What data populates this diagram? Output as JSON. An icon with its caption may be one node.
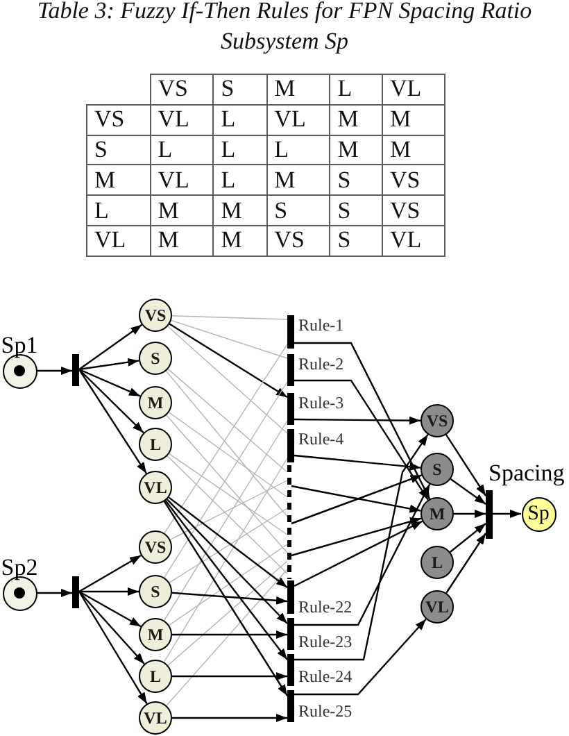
{
  "diagram": {
    "title": "Table 3: Fuzzy If-Then Rules for FPN Spacing Ratio Subsystem Sp",
    "nodes": [
      {
        "text": [
          "Sp1"
        ]
      },
      {
        "text": [],
        "shape": "bar"
      },
      {
        "text": [
          "VS"
        ]
      },
      {
        "text": [
          "S"
        ]
      },
      {
        "text": [
          "M"
        ]
      },
      {
        "text": [
          "L"
        ]
      },
      {
        "text": [
          "VL"
        ]
      },
      {
        "text": [
          "Sp2"
        ]
      },
      {
        "text": [],
        "shape": "bar"
      },
      {
        "text": [
          "VS"
        ]
      },
      {
        "text": [
          "S"
        ]
      },
      {
        "text": [
          "M"
        ]
      },
      {
        "text": [
          "L"
        ]
      },
      {
        "text": [
          "VL"
        ]
      },
      {
        "text": [
          "Rule-1"
        ]
      },
      {
        "text": [
          "Rule-2"
        ]
      },
      {
        "text": [
          "Rule-3"
        ]
      },
      {
        "text": [
          "Rule-4"
        ]
      },
      {
        "text": [],
        "shape": "line"
      },
      {
        "text": [
          "Rule-22"
        ]
      },
      {
        "text": [
          "Rule-23"
        ]
      },
      {
        "text": [
          "Rule-24"
        ]
      },
      {
        "text": [
          "Rule-25"
        ]
      },
      {
        "text": [
          "VS"
        ]
      },
      {
        "text": [
          "S"
        ]
      },
      {
        "text": [
          "M"
        ]
      },
      {
        "text": [
          "L"
        ]
      },
      {
        "text": [
          "VL"
        ]
      },
      {
        "text": [],
        "shape": "bar"
      },
      {
        "text": [
          "Sp"
        ]
      }
    ],
    "edges": [
      {
        "from": 0,
        "to": 1,
        "arrow": "to"
      },
      {
        "from": 1,
        "to": 2,
        "arrow": "to"
      },
      {
        "from": 1,
        "to": 3,
        "arrow": "to"
      },
      {
        "from": 1,
        "to": 4,
        "arrow": "to"
      },
      {
        "from": 1,
        "to": 5,
        "arrow": "to"
      },
      {
        "from": 1,
        "to": 6,
        "arrow": "to"
      },
      {
        "from": 7,
        "to": 8,
        "arrow": "to"
      },
      {
        "from": 8,
        "to": 9,
        "arrow": "to"
      },
      {
        "from": 8,
        "to": 10,
        "arrow": "to"
      },
      {
        "from": 8,
        "to": 11,
        "arrow": "to"
      },
      {
        "from": 8,
        "to": 12,
        "arrow": "to"
      },
      {
        "from": 8,
        "to": 13,
        "arrow": "to"
      },
      {
        "from": 2,
        "to": 14,
        "arrow": "none",
        "color": "#b4b4b4"
      },
      {
        "from": 2,
        "to": 15,
        "arrow": "none",
        "color": "#b4b4b4"
      },
      {
        "from": 2,
        "to": 16,
        "arrow": "to"
      },
      {
        "from": 2,
        "to": 17,
        "arrow": "none",
        "color": "#b4b4b4"
      },
      {
        "from": 3,
        "to": 18,
        "arrow": "none",
        "color": "#b4b4b4"
      },
      {
        "from": 3,
        "to": 18,
        "arrow": "none",
        "color": "#b4b4b4"
      },
      {
        "from": 4,
        "to": 18,
        "arrow": "none",
        "color": "#b4b4b4"
      },
      {
        "from": 4,
        "to": 18,
        "arrow": "none",
        "color": "#b4b4b4"
      },
      {
        "from": 5,
        "to": 18,
        "arrow": "none",
        "color": "#b4b4b4"
      },
      {
        "from": 5,
        "to": 18,
        "arrow": "none",
        "color": "#b4b4b4"
      },
      {
        "from": 9,
        "to": 14,
        "arrow": "none",
        "color": "#b4b4b4"
      },
      {
        "from": 9,
        "to": 18,
        "arrow": "none",
        "color": "#b4b4b4"
      },
      {
        "from": 10,
        "to": 15,
        "arrow": "none",
        "color": "#b4b4b4"
      },
      {
        "from": 10,
        "to": 18,
        "arrow": "none",
        "color": "#b4b4b4"
      },
      {
        "from": 11,
        "to": 16,
        "arrow": "none",
        "color": "#b4b4b4"
      },
      {
        "from": 11,
        "to": 18,
        "arrow": "none",
        "color": "#b4b4b4"
      },
      {
        "from": 12,
        "to": 17,
        "arrow": "none",
        "color": "#b4b4b4"
      },
      {
        "from": 12,
        "to": 18,
        "arrow": "none",
        "color": "#b4b4b4"
      },
      {
        "from": 13,
        "to": 18,
        "arrow": "none",
        "color": "#b4b4b4"
      },
      {
        "from": 6,
        "to": 19,
        "arrow": "to"
      },
      {
        "from": 6,
        "to": 20,
        "arrow": "to"
      },
      {
        "from": 6,
        "to": 21,
        "arrow": "to"
      },
      {
        "from": 6,
        "to": 22,
        "arrow": "to"
      },
      {
        "from": 10,
        "to": 19,
        "arrow": "to"
      },
      {
        "from": 11,
        "to": 20,
        "arrow": "to"
      },
      {
        "from": 12,
        "to": 21,
        "arrow": "to"
      },
      {
        "from": 13,
        "to": 22,
        "arrow": "to"
      },
      {
        "from": 14,
        "to": 25,
        "arrow": "to"
      },
      {
        "from": 15,
        "to": 25,
        "arrow": "to"
      },
      {
        "from": 16,
        "to": 23,
        "arrow": "to"
      },
      {
        "from": 17,
        "to": 24,
        "arrow": "to"
      },
      {
        "from": 18,
        "to": 25,
        "arrow": "to"
      },
      {
        "from": 18,
        "to": 24,
        "arrow": "to"
      },
      {
        "from": 18,
        "to": 25,
        "arrow": "to"
      },
      {
        "from": 19,
        "to": 25,
        "arrow": "to"
      },
      {
        "from": 20,
        "to": 24,
        "arrow": "to"
      },
      {
        "from": 21,
        "to": 23,
        "arrow": "to"
      },
      {
        "from": 22,
        "to": 27,
        "arrow": "to"
      },
      {
        "from": 23,
        "to": 28,
        "arrow": "to"
      },
      {
        "from": 24,
        "to": 28,
        "arrow": "to"
      },
      {
        "from": 25,
        "to": 28,
        "arrow": "to"
      },
      {
        "from": 26,
        "to": 28,
        "arrow": "to"
      },
      {
        "from": 27,
        "to": 28,
        "arrow": "to"
      },
      {
        "from": 28,
        "to": 29,
        "arrow": "to"
      }
    ],
    "labels": [
      "VS",
      "S",
      "M",
      "L",
      "VL",
      "VS",
      "VL",
      "L",
      "VL",
      "M",
      "M",
      "S",
      "L",
      "L",
      "L",
      "M",
      "M",
      "M",
      "VL",
      "L",
      "M",
      "S",
      "VS",
      "L",
      "M",
      "M",
      "S",
      "S",
      "VS",
      "VL",
      "M",
      "M",
      "VS",
      "S",
      "VL",
      "Spacing"
    ]
  }
}
